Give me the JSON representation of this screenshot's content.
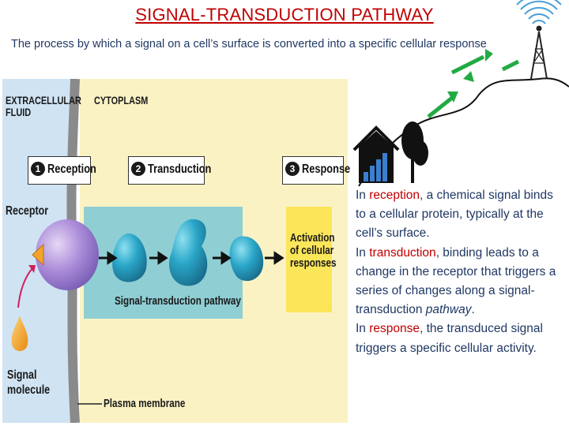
{
  "title": "SIGNAL-TRANSDUCTION PATHWAY",
  "subtitle": "The process by which a signal on a cell’s surface is converted into a specific cellular response",
  "diagram": {
    "extracellular_label": "EXTRACELLULAR\nFLUID",
    "cytoplasm_label": "CYTOPLASM",
    "steps": [
      {
        "num": "1",
        "label": "Reception"
      },
      {
        "num": "2",
        "label": "Transduction"
      },
      {
        "num": "3",
        "label": "Response"
      }
    ],
    "receptor_label": "Receptor",
    "pathway_label": "Signal-transduction pathway",
    "response_box": "Activation\nof cellular\nresponses",
    "signal_label": "Signal\nmolecule",
    "membrane_label": "Plasma membrane",
    "colors": {
      "extracellular": "#cfe3f3",
      "cytoplasm": "#fbf2c4",
      "pathway_box": "#8fcfd4",
      "response_box": "#fbe65a"
    }
  },
  "description": {
    "reception_pre": "In ",
    "reception_kw": "reception",
    "reception_post": ", a chemical signal binds to a cellular protein, typically at the cell’s surface.",
    "transduction_pre": "In ",
    "transduction_kw": "transduction",
    "transduction_post": ", binding leads to a change in the receptor that triggers a series of changes along a signal-transduction ",
    "transduction_italic": "pathway",
    "transduction_end": ".",
    "response_pre": "In ",
    "response_kw": "response",
    "response_post": ",  the transduced signal triggers a specific cellular activity."
  },
  "illustration": {
    "icons": [
      "radio-tower-icon",
      "house-icon",
      "tree-icon",
      "signal-bars-icon",
      "signal-arrows-icon"
    ]
  }
}
